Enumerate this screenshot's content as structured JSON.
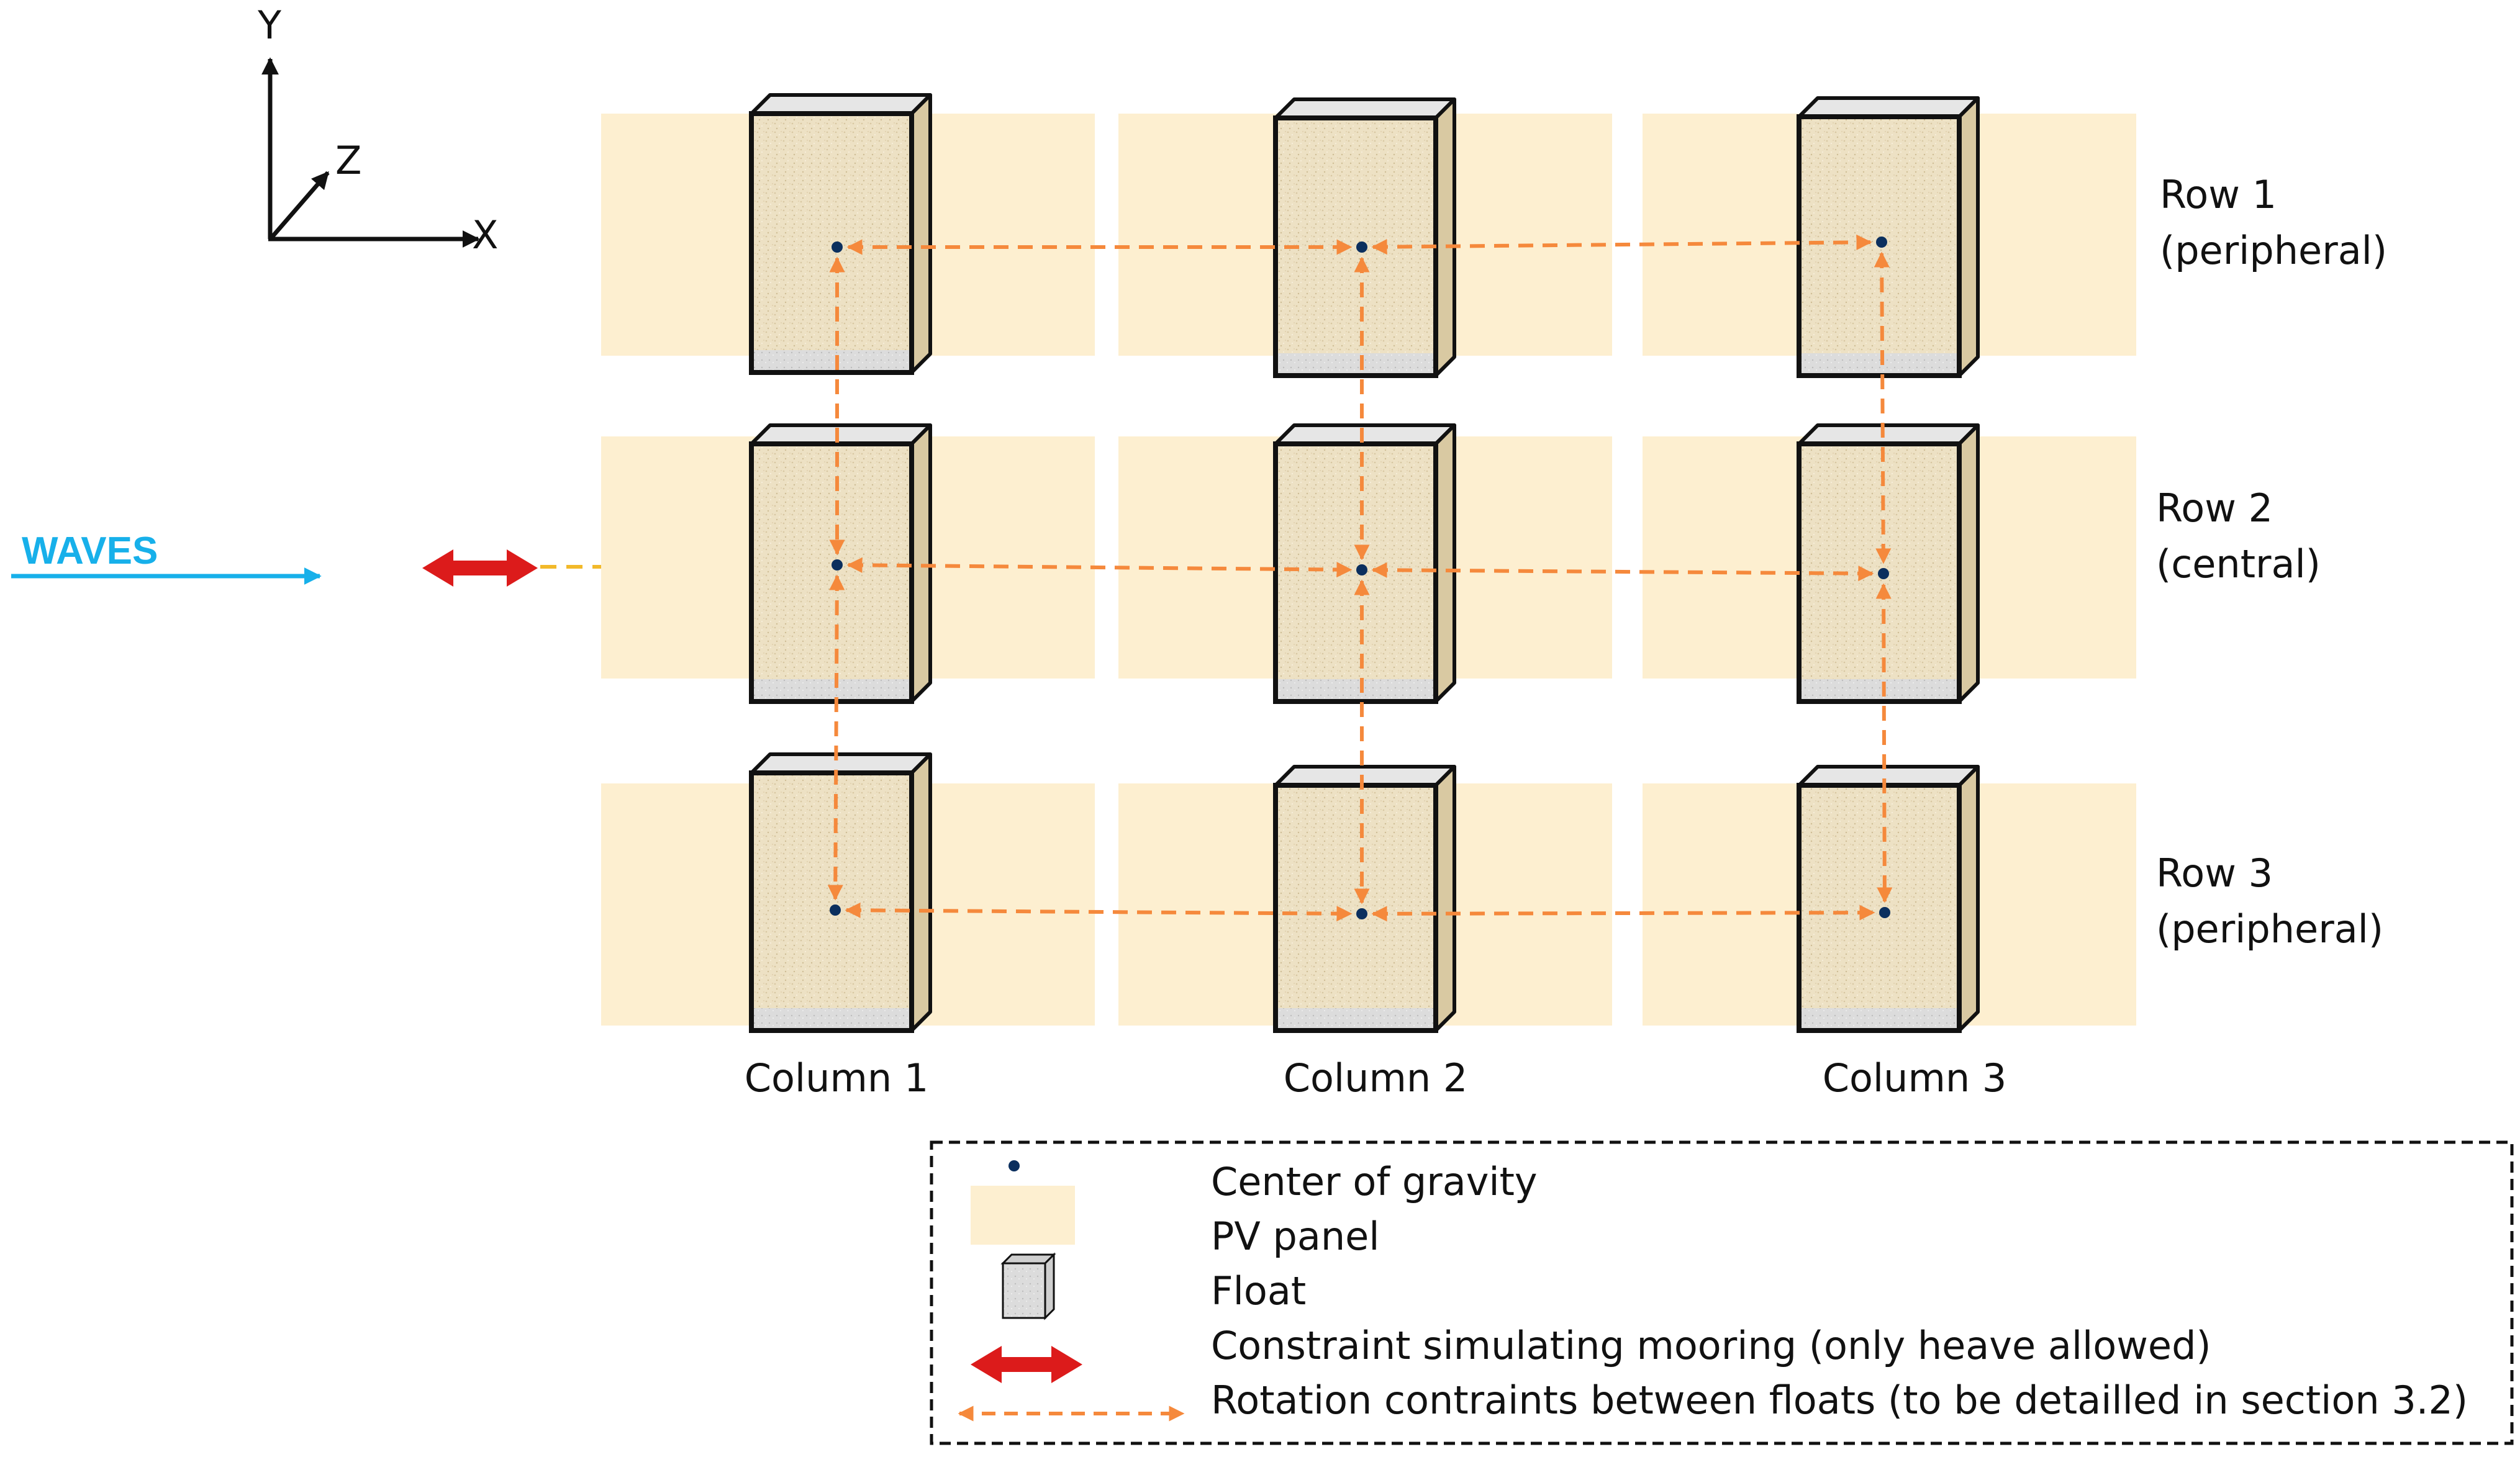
{
  "axes": {
    "y": "Y",
    "z": "Z",
    "x": "X"
  },
  "waves": {
    "label": "WAVES"
  },
  "rows": [
    {
      "title": "Row 1",
      "subtitle": "(peripheral)"
    },
    {
      "title": "Row 2",
      "subtitle": "(central)"
    },
    {
      "title": "Row 3",
      "subtitle": "(peripheral)"
    }
  ],
  "columns": [
    "Column 1",
    "Column 2",
    "Column 3"
  ],
  "legend": {
    "items": [
      {
        "icon": "center-of-gravity-dot",
        "label": "Center of gravity"
      },
      {
        "icon": "pv-panel-swatch",
        "label": "PV panel"
      },
      {
        "icon": "float-box",
        "label": "Float"
      },
      {
        "icon": "mooring-double-arrow",
        "label": "Constraint simulating mooring (only heave allowed)"
      },
      {
        "icon": "rotation-dashed-double-arrow",
        "label": "Rotation contraints between floats (to be detailled in section 3.2)"
      }
    ]
  },
  "colors": {
    "pv_panel": "#fdefd0",
    "float_fill": "#ede1c4",
    "float_bottom": "#dadada",
    "float_outline": "#111111",
    "cog_dot": "#0b2f5e",
    "rotation_constraint": "#f5893c",
    "waves_arrow": "#17b0ea",
    "mooring_arrow": "#dc1b1b",
    "mooring_link": "#f2b92a"
  }
}
